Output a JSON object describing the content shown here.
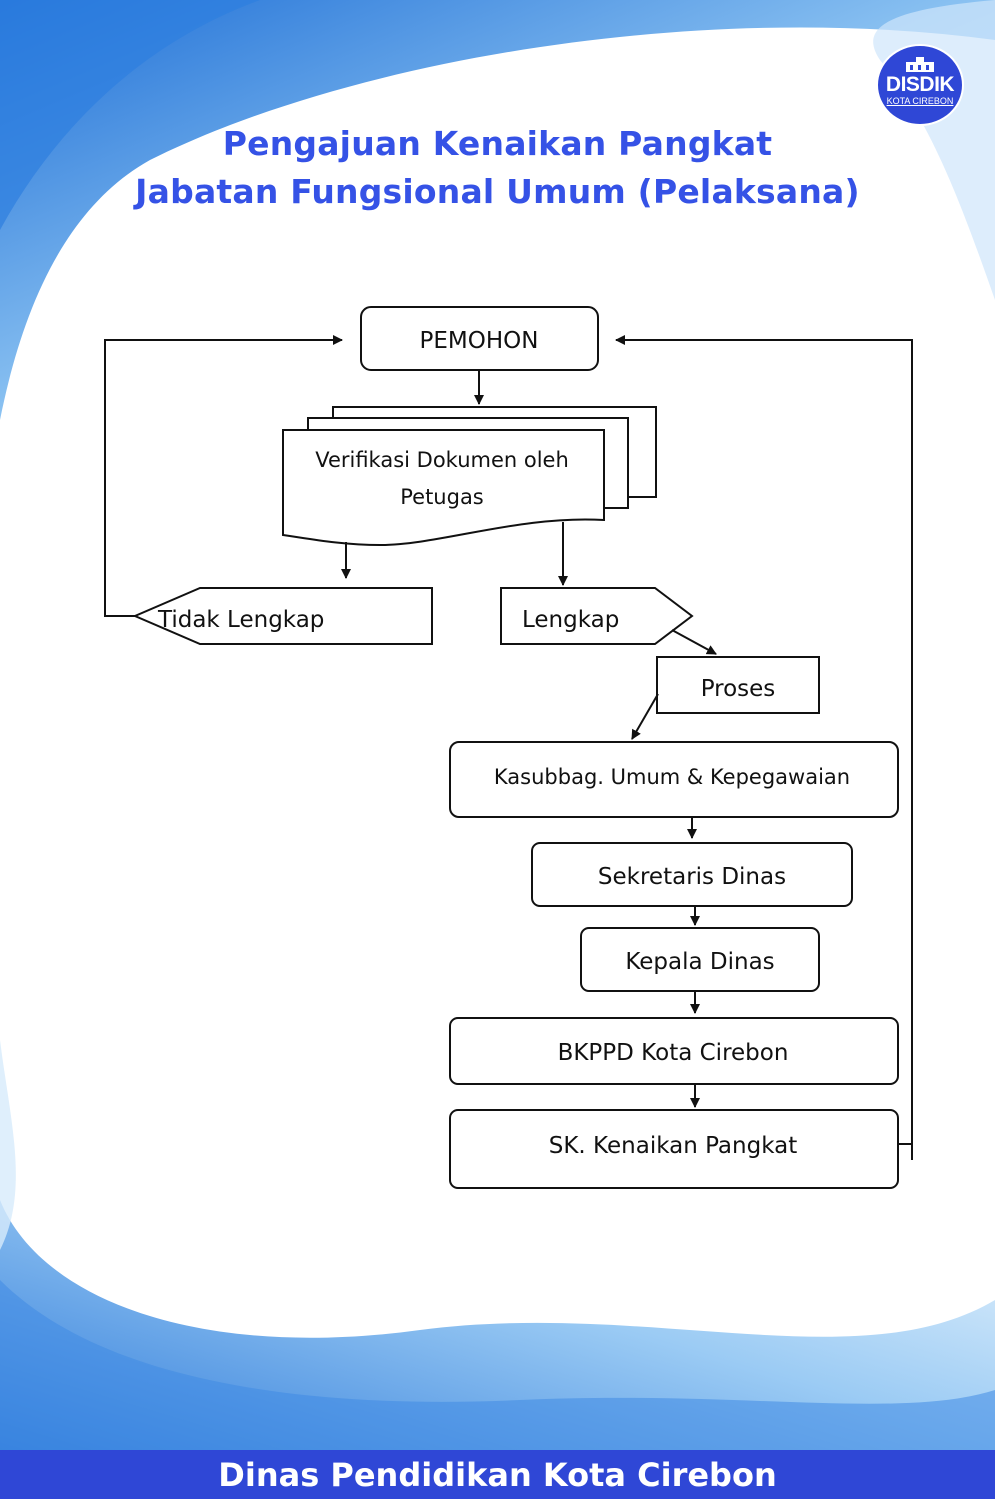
{
  "header": {
    "title_line1": "Pengajuan Kenaikan Pangkat",
    "title_line2": "Jabatan Fungsional Umum (Pelaksana)"
  },
  "logo": {
    "name": "DISDIK",
    "subtitle": "KOTA CIREBON"
  },
  "flowchart": {
    "nodes": {
      "pemohon": "PEMOHON",
      "verifikasi_line1": "Verifikasi Dokumen oleh",
      "verifikasi_line2": "Petugas",
      "tidak_lengkap": "Tidak Lengkap",
      "lengkap": "Lengkap",
      "proses": "Proses",
      "kasubbag": "Kasubbag. Umum & Kepegawaian",
      "sekretaris": "Sekretaris Dinas",
      "kepala": "Kepala Dinas",
      "bkppd": "BKPPD Kota Cirebon",
      "sk": "SK. Kenaikan Pangkat"
    }
  },
  "footer": {
    "text": "Dinas Pendidikan Kota Cirebon"
  },
  "colors": {
    "accent": "#3552e6",
    "footer_bg": "#2f47d6",
    "wave": "#7fb8ee"
  }
}
